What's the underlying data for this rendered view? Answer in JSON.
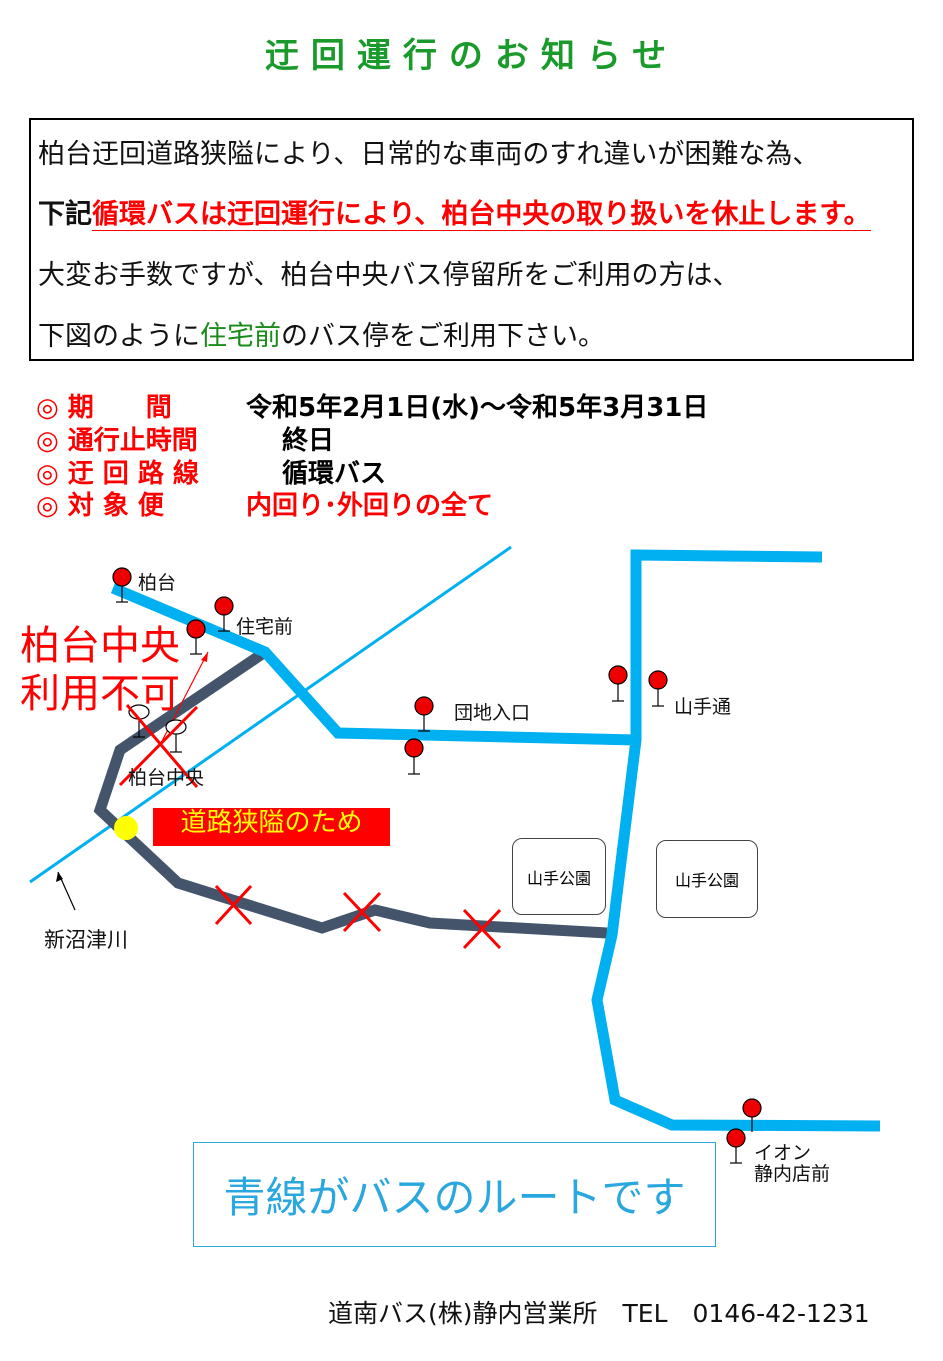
{
  "title": "迂回運行のお知らせ",
  "notice": {
    "line1": "柏台迂回道路狭隘により、日常的な車両のすれ違いが困難な為、",
    "line2_prefix": "下記",
    "line2_red": "循環バスは迂回運行により、柏台中央の取り扱いを休止します。",
    "line3": "大変お手数ですが、柏台中央バス停留所をご利用の方は、",
    "line4_a": "下図のように",
    "line4_green": "住宅前",
    "line4_b": "のバス停をご利用下さい。"
  },
  "info": [
    {
      "key": "◎ 期　　間",
      "value": "令和5年2月1日(水)～令和5年3月31日",
      "value_color": "#111111"
    },
    {
      "key": "◎ 通行止時間",
      "value": "終日",
      "value_color": "#111111"
    },
    {
      "key": "◎ 迂 回 路 線",
      "value": "循環バス",
      "value_color": "#111111"
    },
    {
      "key": "◎ 対 象 便",
      "value": "内回り･外回りの全て",
      "value_color": "#ff0000"
    }
  ],
  "map": {
    "stops": {
      "kashiwadai": "柏台",
      "jutakumae": "住宅前",
      "danchi": "団地入口",
      "yamatedori": "山手通",
      "chuo": "柏台中央",
      "aeon_line1": "イオン",
      "aeon_line2": "静内店前"
    },
    "closed_label_a": "柏台中央",
    "closed_label_b": "利用不可",
    "warning": "道路狭隘のため",
    "river": "新沼津川",
    "park1": "山手公園",
    "park2": "山手公園",
    "colors": {
      "route": "#00b0f0",
      "closed_road": "#44546a",
      "river": "#00b0f0"
    }
  },
  "legend": "青線がバスのルートです",
  "footer": "道南バス(株)静内営業所　TEL　0146-42-1231"
}
